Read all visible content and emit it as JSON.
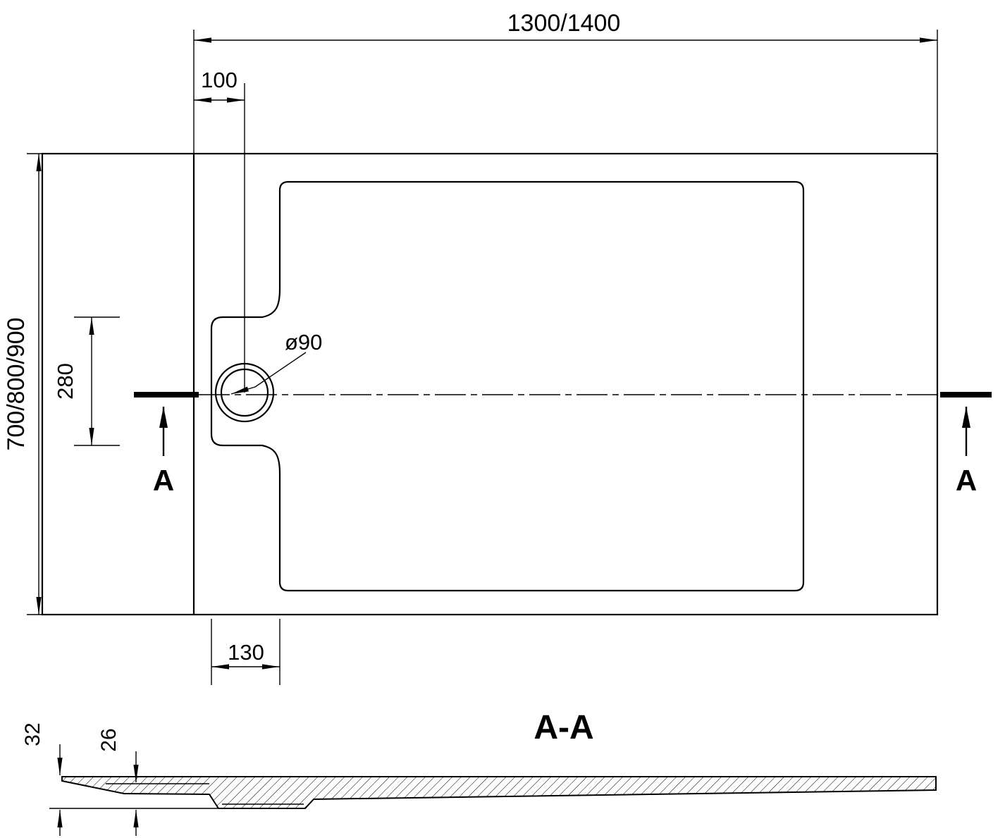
{
  "drawing": {
    "background": "#ffffff",
    "line_color": "#000000"
  },
  "top_view": {
    "dim_overall_width": "1300/1400",
    "dim_overall_depth": "700/800/900",
    "dim_drain_offset": "100",
    "dim_channel_length": "280",
    "dim_drain_diameter": "ø90",
    "dim_channel_width": "130",
    "section_marker_left": "A",
    "section_marker_right": "A"
  },
  "section_view": {
    "title": "A-A",
    "dim_overall_height": "32",
    "dim_body_height": "26"
  }
}
